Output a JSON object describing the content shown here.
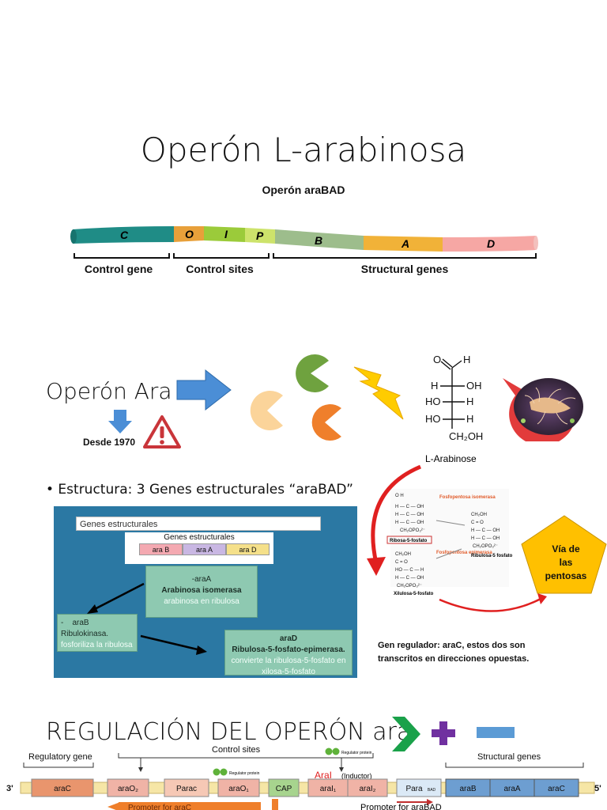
{
  "slide1": {
    "title": "Operón L-arabinosa",
    "subtitle": "Operón araBAD",
    "segments": [
      "C",
      "O",
      "I",
      "P",
      "B",
      "A",
      "D"
    ],
    "brackets": [
      "Control gene",
      "Control sites",
      "Structural genes"
    ]
  },
  "slide2": {
    "title": "Operón Ara",
    "since": "Desde 1970",
    "molecule_label": "L-Arabinose",
    "molecule_rows": [
      "O",
      "H",
      "H",
      "OH",
      "HO",
      "H",
      "HO",
      "H",
      "CH₂OH"
    ],
    "bullet": "• Estructura: 3 Genes estructurales “araBAD”",
    "panel": {
      "header": "Genes estructurales",
      "genes_title": "Genes estructurales",
      "genes": [
        "ara B",
        "ara A",
        "ara D"
      ],
      "araA": {
        "name": "-araA",
        "enzyme": "Arabinosa isomerasa",
        "desc": "arabinosa en ribulosa"
      },
      "araB": {
        "name": "-    araB",
        "enzyme": "Ribulokinasa.",
        "desc": "fosforiliza la ribulosa"
      },
      "araD": {
        "name": "araD",
        "enzyme": "Ribulosa-5-fosfato-epimerasa.",
        "desc": "convierte la ribulosa-5-fosfato en xilosa-5-fosfato"
      }
    },
    "pathway": {
      "enzyme1": "Fosfopentosa isomerasa",
      "enzyme2": "Fosfopentosa epimerasa",
      "ribose": "Ribosa-5-fosfato",
      "xylulose": "Xilulosa-5-fosfato",
      "ribulose": "Ribulosa-5 fosfato",
      "pentagon": [
        "Vía de",
        "las",
        "pentosas"
      ]
    },
    "note": "Gen regulador: araC, estos dos son transcritos en direcciones opuestas."
  },
  "slide3": {
    "title": "REGULACIÓN DEL OPERÓN ara",
    "regulatory_gene": "Regulatory gene",
    "control_sites": "Control sites",
    "structural_genes": "Structural genes",
    "regulator_protein": "Regulator protein",
    "inducer_a": "AraI",
    "inducer_b": "(Inductor)",
    "strand_end": "3'",
    "strand_end_right": "5'",
    "dna_boxes": [
      "araC",
      "araO₂",
      "Parac",
      "araO₁",
      "CAP",
      "araI₁",
      "araI₂",
      "Para",
      "araB",
      "araA",
      "araC"
    ],
    "para_sub": "BAD",
    "promoter_bad": "Promoter for araBAD",
    "promoter_c": "Promoter for araC"
  },
  "colors": {
    "teal": "#1f8c86",
    "orange": "#f0902a",
    "green": "#6fb243",
    "blue": "#4b8ed6",
    "yellow": "#ffcc00",
    "purple": "#7030a0"
  }
}
